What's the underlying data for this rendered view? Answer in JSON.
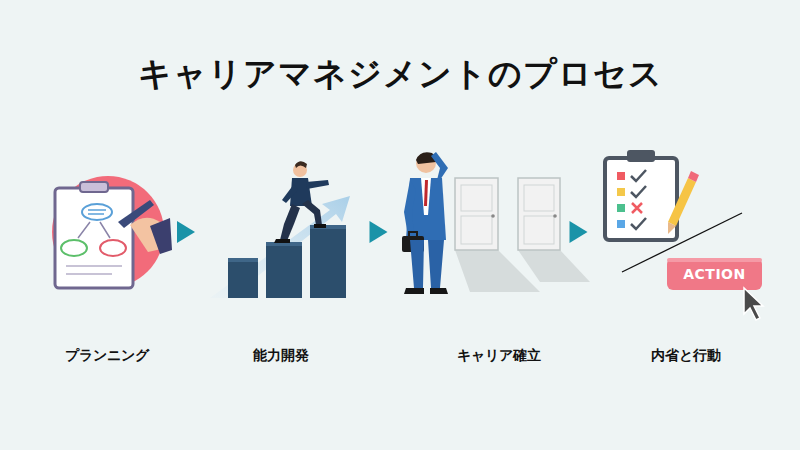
{
  "diagram": {
    "title": "キャリアマネジメントのプロセス",
    "nodes": [
      {
        "text": [
          "プランニング"
        ]
      },
      {
        "text": [
          "能力開発"
        ]
      },
      {
        "text": [
          "キャリア確立"
        ]
      },
      {
        "text": [
          "内省と行動"
        ]
      }
    ],
    "edges": [
      {
        "from": 0,
        "to": 1,
        "arrow": "to"
      },
      {
        "from": 1,
        "to": 2,
        "arrow": "to"
      },
      {
        "from": 2,
        "to": 3,
        "arrow": "to"
      }
    ],
    "labels": [
      "ACTION"
    ]
  }
}
